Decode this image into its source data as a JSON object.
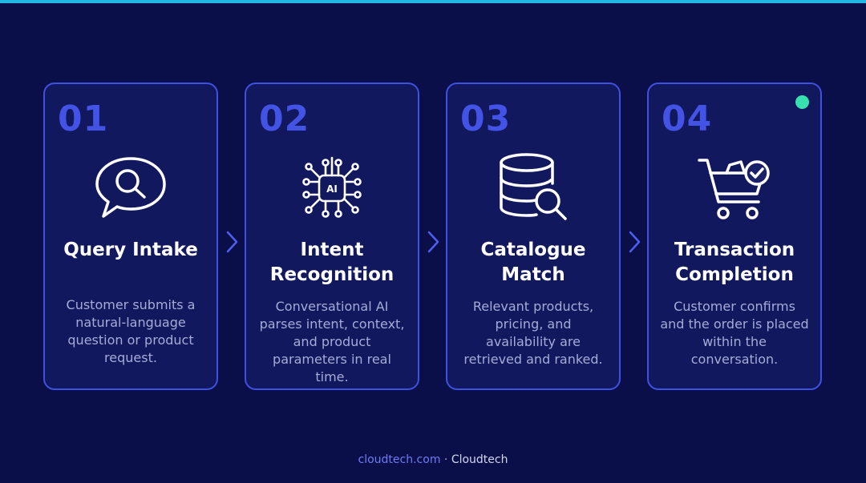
{
  "accent": "#3f51e0",
  "background": "#0a0f4a",
  "status_dot_color": "#38e0b0",
  "steps": [
    {
      "number": "01",
      "title": "Query Intake",
      "description": "Customer submits a natural-language question or product request.",
      "icon": "chat-search-icon"
    },
    {
      "number": "02",
      "title": "Intent Recognition",
      "description": "Conversational AI parses intent, context, and product parameters in real time.",
      "icon": "ai-chip-icon"
    },
    {
      "number": "03",
      "title": "Catalogue Match",
      "description": "Relevant products, pricing, and availability are retrieved and ranked.",
      "icon": "database-search-icon"
    },
    {
      "number": "04",
      "title": "Transaction Completion",
      "description": "Customer confirms and the order is placed within the conversation.",
      "icon": "cart-check-icon"
    }
  ],
  "footer": {
    "domain": "cloudtech.com",
    "separator": "·",
    "brand": "Cloudtech"
  }
}
